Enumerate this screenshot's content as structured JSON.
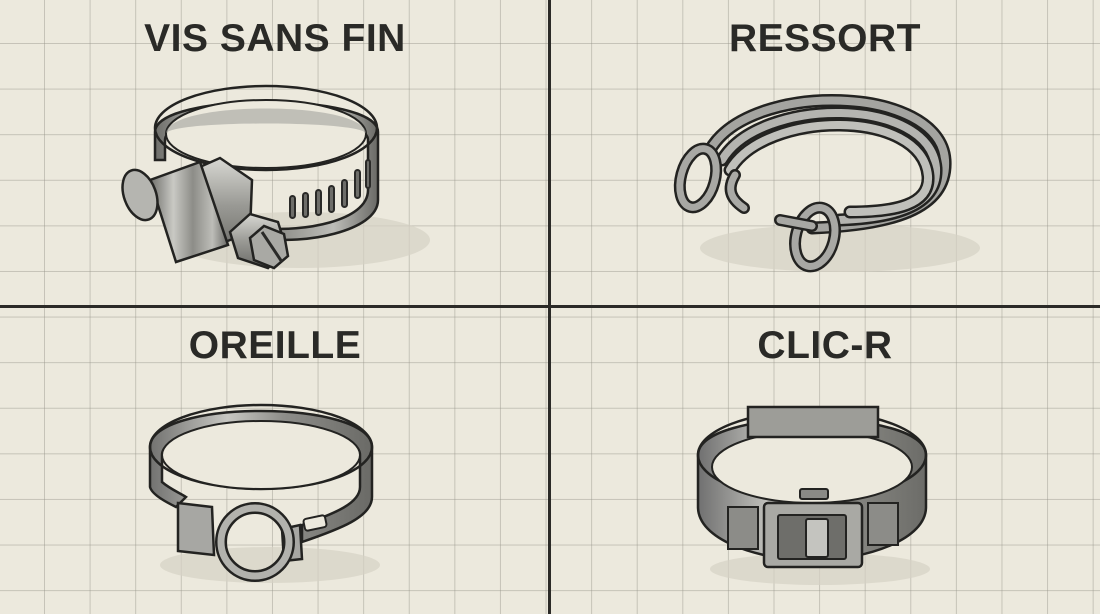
{
  "figure": {
    "layout": "2x2 grid",
    "background_color": "#ecE9dd",
    "grid_line_color": "#c8c6bc",
    "divider_color": "#2b2a27",
    "title_color": "#2a2a27",
    "metal_color": "#9a9a96"
  },
  "panels": [
    {
      "position": "top-left",
      "title": "VIS SANS FIN",
      "illustration": "worm-gear-hose-clamp"
    },
    {
      "position": "top-right",
      "title": "RESSORT",
      "illustration": "spring-wire-hose-clamp"
    },
    {
      "position": "bottom-left",
      "title": "OREILLE",
      "illustration": "ear-ring-hose-clamp"
    },
    {
      "position": "bottom-right",
      "title": "CLIC-R",
      "illustration": "click-r-hose-clamp"
    }
  ]
}
